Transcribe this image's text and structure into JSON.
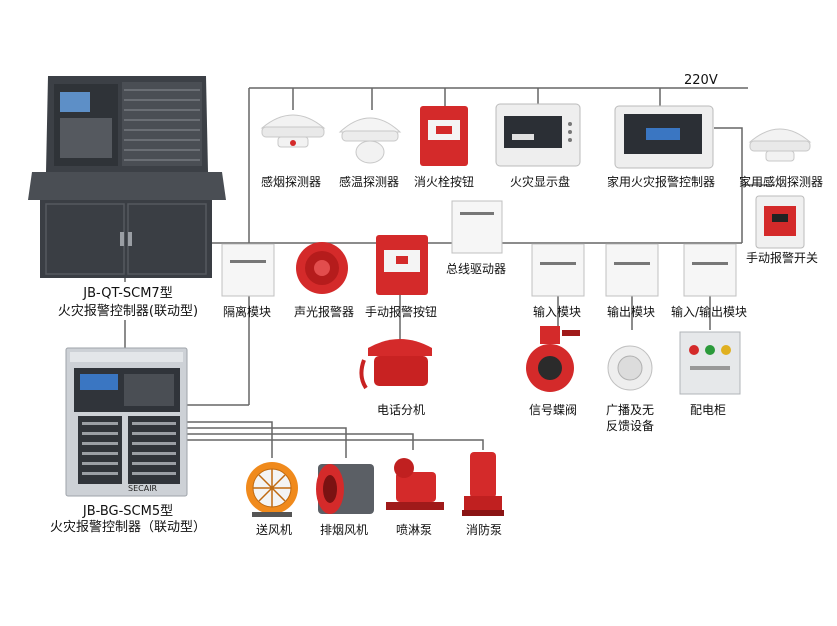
{
  "voltage": "220V",
  "controllers": {
    "main_model": "JB-QT-SCM7型",
    "main_name": "火灾报警控制器(联动型)",
    "sub_model": "JB-BG-SCM5型",
    "sub_name": "火灾报警控制器（联动型）",
    "brand": "SECAIR"
  },
  "devices": {
    "smoke": "感烟探测器",
    "heat": "感温探测器",
    "hydrant": "消火栓按钮",
    "display": "火灾显示盘",
    "home_ctrl": "家用火灾报警控制器",
    "home_smoke": "家用感烟探测器",
    "manual_switch": "手动报警开关",
    "bus_driver": "总线驱动器",
    "isolation": "隔离模块",
    "alarm": "声光报警器",
    "manual_btn": "手动报警按钮",
    "input": "输入模块",
    "output": "输出模块",
    "io": "输入/输出模块",
    "phone": "电话分机",
    "valve": "信号蝶阀",
    "speaker_1": "广播及无",
    "speaker_2": "反馈设备",
    "cabinet": "配电柜",
    "fan": "送风机",
    "exhaust": "排烟风机",
    "sprinkler": "喷淋泵",
    "fire_pump": "消防泵"
  },
  "colors": {
    "wire": "#666666",
    "panel_dark": "#3c4046",
    "panel_light": "#cdd1d6",
    "red": "#d42a2a",
    "orange": "#f08a1c",
    "device_white": "#f6f6f6"
  }
}
